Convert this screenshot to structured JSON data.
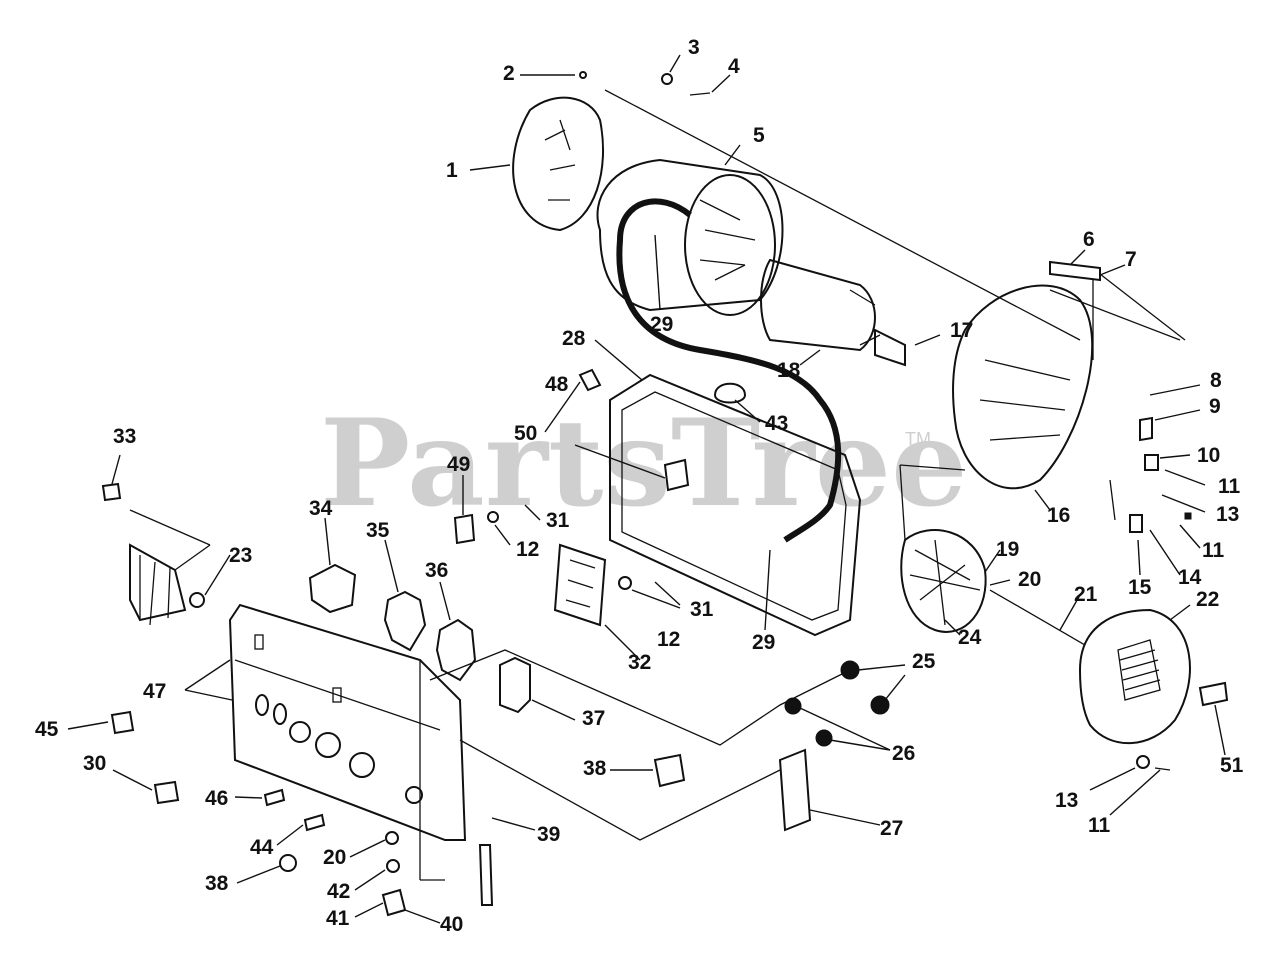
{
  "watermark": {
    "text": "PartsTree",
    "trademark": "TM"
  },
  "callouts": [
    "1",
    "2",
    "3",
    "4",
    "5",
    "6",
    "7",
    "8",
    "9",
    "10",
    "11",
    "11",
    "11",
    "12",
    "12",
    "13",
    "13",
    "14",
    "15",
    "16",
    "17",
    "18",
    "19",
    "20",
    "20",
    "21",
    "22",
    "23",
    "24",
    "25",
    "26",
    "27",
    "28",
    "29",
    "29",
    "30",
    "31",
    "31",
    "32",
    "33",
    "34",
    "35",
    "36",
    "37",
    "38",
    "38",
    "39",
    "40",
    "41",
    "42",
    "43",
    "44",
    "45",
    "46",
    "47",
    "48",
    "49",
    "50",
    "51"
  ]
}
